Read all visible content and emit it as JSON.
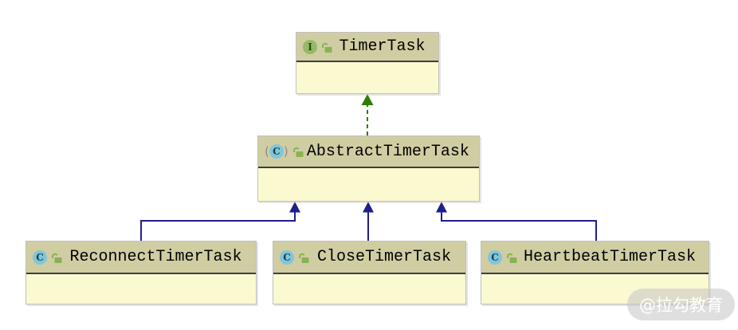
{
  "diagram": {
    "kind": "uml-class-diagram",
    "nodes": [
      {
        "name": "TimerTask",
        "type": "interface",
        "icon_letter": "I",
        "visibility_icon": "open-lock",
        "members": []
      },
      {
        "name": "AbstractTimerTask",
        "type": "abstract-class",
        "icon_letter": "C",
        "abstract_marker_open": "(",
        "abstract_marker_close": ")",
        "visibility_icon": "open-lock",
        "members": []
      },
      {
        "name": "ReconnectTimerTask",
        "type": "class",
        "icon_letter": "C",
        "visibility_icon": "open-lock",
        "members": []
      },
      {
        "name": "CloseTimerTask",
        "type": "class",
        "icon_letter": "C",
        "visibility_icon": "open-lock",
        "members": []
      },
      {
        "name": "HeartbeatTimerTask",
        "type": "class",
        "icon_letter": "C",
        "visibility_icon": "open-lock",
        "members": []
      }
    ],
    "edges": [
      {
        "from": "AbstractTimerTask",
        "to": "TimerTask",
        "relation": "implements",
        "line_style": "dashed",
        "color": "#2d7f00"
      },
      {
        "from": "ReconnectTimerTask",
        "to": "AbstractTimerTask",
        "relation": "extends",
        "line_style": "solid",
        "color": "#1f1f8c"
      },
      {
        "from": "CloseTimerTask",
        "to": "AbstractTimerTask",
        "relation": "extends",
        "line_style": "solid",
        "color": "#1f1f8c"
      },
      {
        "from": "HeartbeatTimerTask",
        "to": "AbstractTimerTask",
        "relation": "extends",
        "line_style": "solid",
        "color": "#1f1f8c"
      }
    ],
    "colors": {
      "node_header_bg": "#d0cda3",
      "node_body_bg": "#fbf9d0",
      "node_border": "#c0c0c0",
      "header_separator": "#3e3e3e",
      "class_icon_bg": "#80c6d8",
      "interface_icon_bg": "#95ba64",
      "lock_icon": "#8ab254",
      "implements_edge": "#2d7f00",
      "extends_edge": "#1f1f8c"
    }
  },
  "watermark": {
    "text": "@拉勾教育"
  }
}
